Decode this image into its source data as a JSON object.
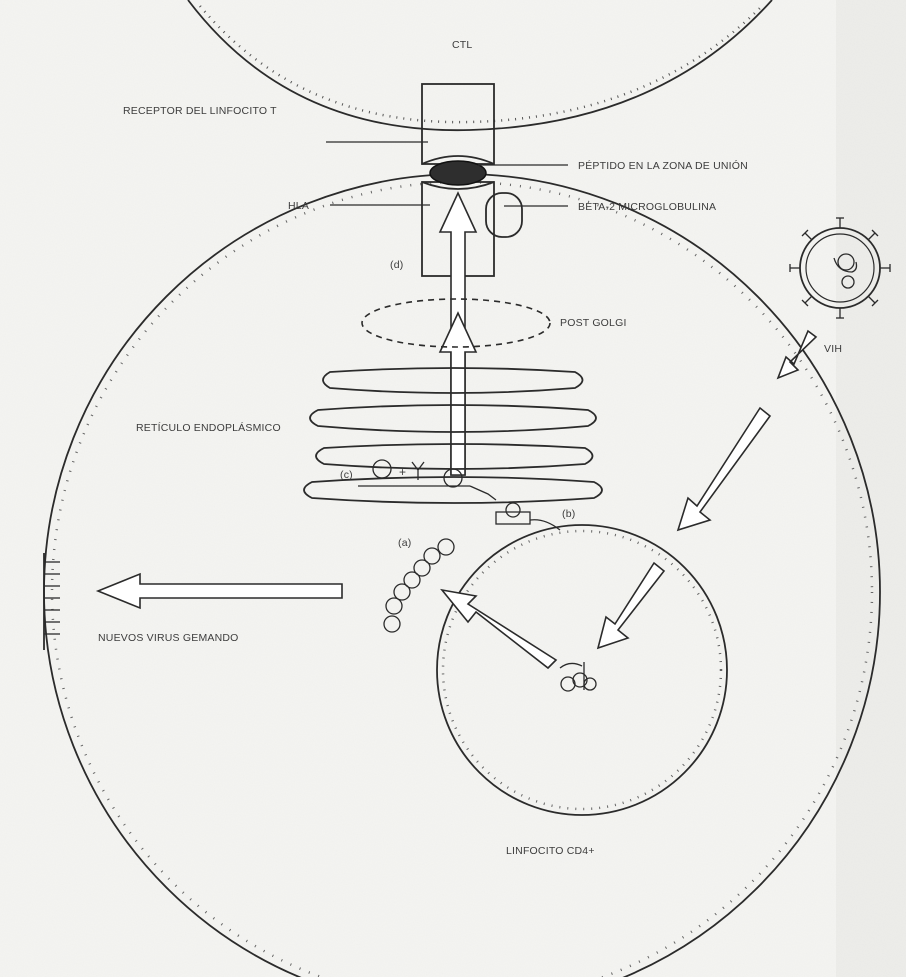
{
  "labels": {
    "ctl": "CTL",
    "receptor": "RECEPTOR DEL LINFOCITO T",
    "peptido": "PÉPTIDO EN LA ZONA DE UNIÓN",
    "hla": "HLA",
    "beta2": "BETA-2 MICROGLOBULINA",
    "d": "(d)",
    "post_golgi": "POST GOLGI",
    "vih": "VIH",
    "reticulo": "RETÍCULO ENDOPLÁSMICO",
    "c": "(c)",
    "b": "(b)",
    "a": "(a)",
    "nuevos_virus": "NUEVOS VIRUS GEMANDO",
    "linfocito_cd4": "LINFOCITO CD4+"
  }
}
